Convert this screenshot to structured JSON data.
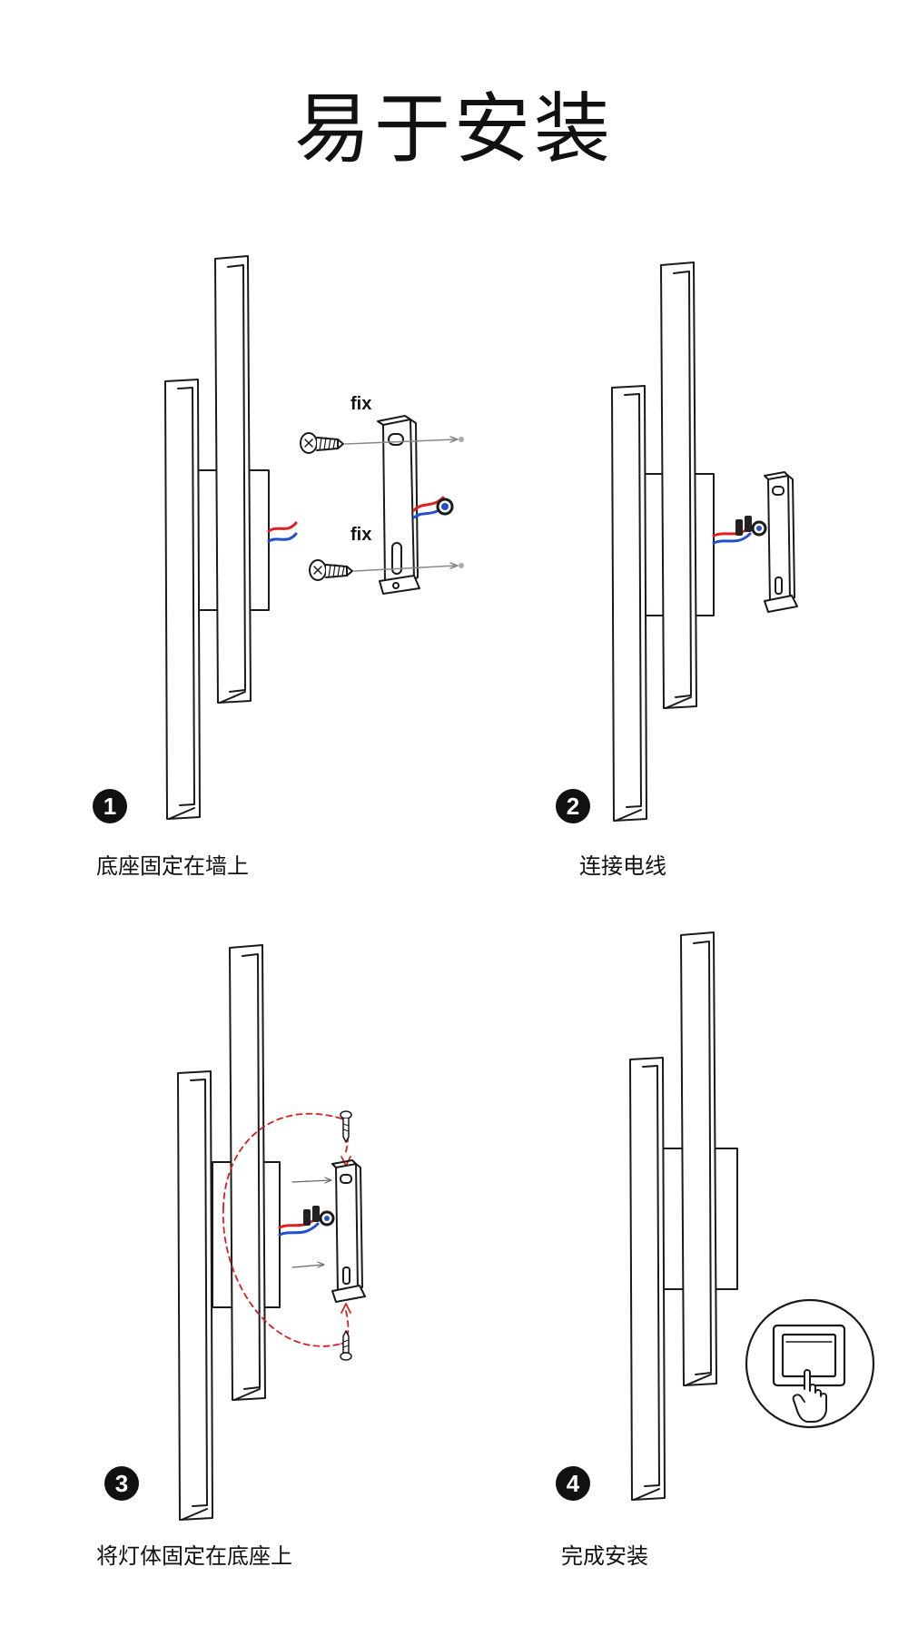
{
  "title": "易于安装",
  "steps": [
    {
      "number": "1",
      "caption": "底座固定在墙上"
    },
    {
      "number": "2",
      "caption": "连接电线"
    },
    {
      "number": "3",
      "caption": "将灯体固定在底座上"
    },
    {
      "number": "4",
      "caption": "完成安装"
    }
  ],
  "annotations": {
    "fix_top": "fix",
    "fix_bottom": "fix"
  },
  "colors": {
    "wire_red": "#e02020",
    "wire_blue": "#2050d0",
    "guide_red": "#d42020",
    "line": "#1a1a1a"
  },
  "icons": [
    "screw-icon",
    "mounting-bracket-icon",
    "wire-connector-icon",
    "light-switch-icon",
    "hand-pointer-icon"
  ]
}
